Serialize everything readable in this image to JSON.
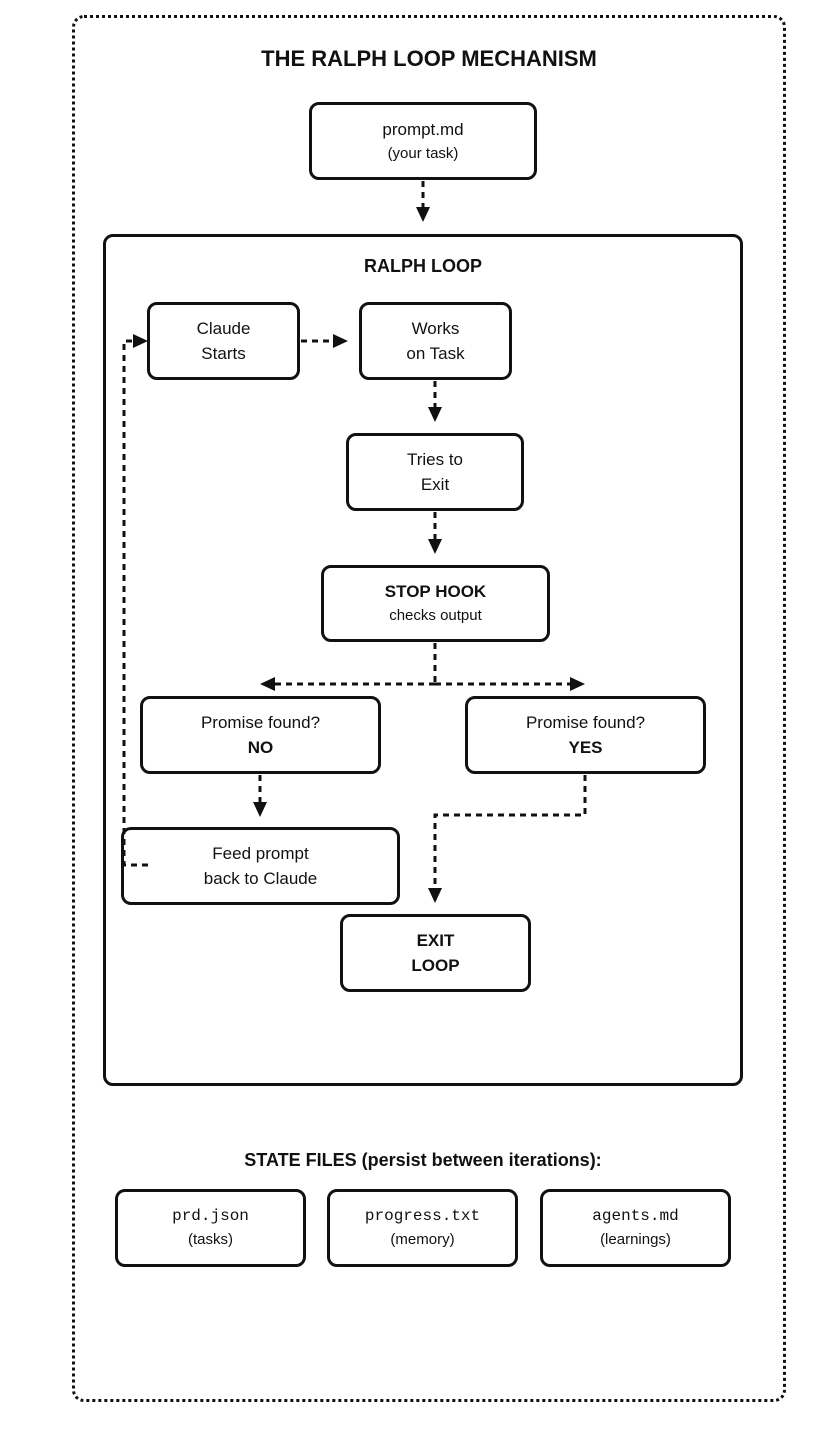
{
  "title": "THE RALPH LOOP MECHANISM",
  "prompt_box": {
    "name": "prompt.md",
    "desc": "(your task)"
  },
  "loop": {
    "label": "RALPH LOOP",
    "claude_starts": [
      "Claude",
      "Starts"
    ],
    "works_on_task": [
      "Works",
      "on Task"
    ],
    "tries_to_exit": [
      "Tries to",
      "Exit"
    ],
    "stop_hook": {
      "title": "STOP HOOK",
      "desc": "checks output"
    },
    "promise_no": {
      "question": "Promise found?",
      "answer": "NO"
    },
    "promise_yes": {
      "question": "Promise found?",
      "answer": "YES"
    },
    "feed_prompt": [
      "Feed prompt",
      "back to Claude"
    ],
    "exit_loop": [
      "EXIT",
      "LOOP"
    ]
  },
  "state_files": {
    "heading": "STATE FILES (persist between iterations):",
    "files": [
      {
        "name": "prd.json",
        "desc": "(tasks)"
      },
      {
        "name": "progress.txt",
        "desc": "(memory)"
      },
      {
        "name": "agents.md",
        "desc": "(learnings)"
      }
    ]
  }
}
